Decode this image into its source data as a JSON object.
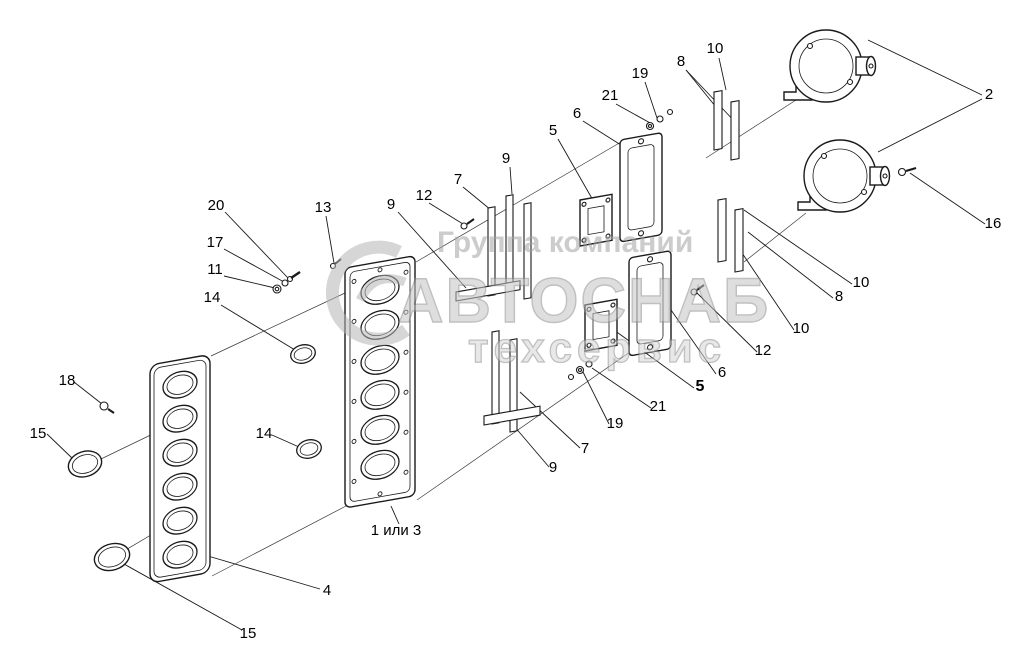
{
  "colors": {
    "line": "#1a1a1a",
    "watermark_gray": "#a3a3a3",
    "background": "#ffffff"
  },
  "watermark": {
    "line1": "Группа компаний",
    "line2": "АВТОСНАБ",
    "line3": "техсервис"
  },
  "labels": [
    {
      "text": "19"
    },
    {
      "text": "8"
    },
    {
      "text": "10"
    },
    {
      "text": "2"
    },
    {
      "text": "21"
    },
    {
      "text": "6"
    },
    {
      "text": "5"
    },
    {
      "text": "9"
    },
    {
      "text": "7"
    },
    {
      "text": "12"
    },
    {
      "text": "9"
    },
    {
      "text": "20"
    },
    {
      "text": "13"
    },
    {
      "text": "17"
    },
    {
      "text": "11"
    },
    {
      "text": "14"
    },
    {
      "text": "16"
    },
    {
      "text": "10"
    },
    {
      "text": "8"
    },
    {
      "text": "10"
    },
    {
      "text": "12"
    },
    {
      "text": "6"
    },
    {
      "text": "5"
    },
    {
      "text": "21"
    },
    {
      "text": "19"
    },
    {
      "text": "18"
    },
    {
      "text": "15"
    },
    {
      "text": "14"
    },
    {
      "text": "7"
    },
    {
      "text": "9"
    },
    {
      "text": "1 или 3"
    },
    {
      "text": "4"
    },
    {
      "text": "15"
    }
  ]
}
